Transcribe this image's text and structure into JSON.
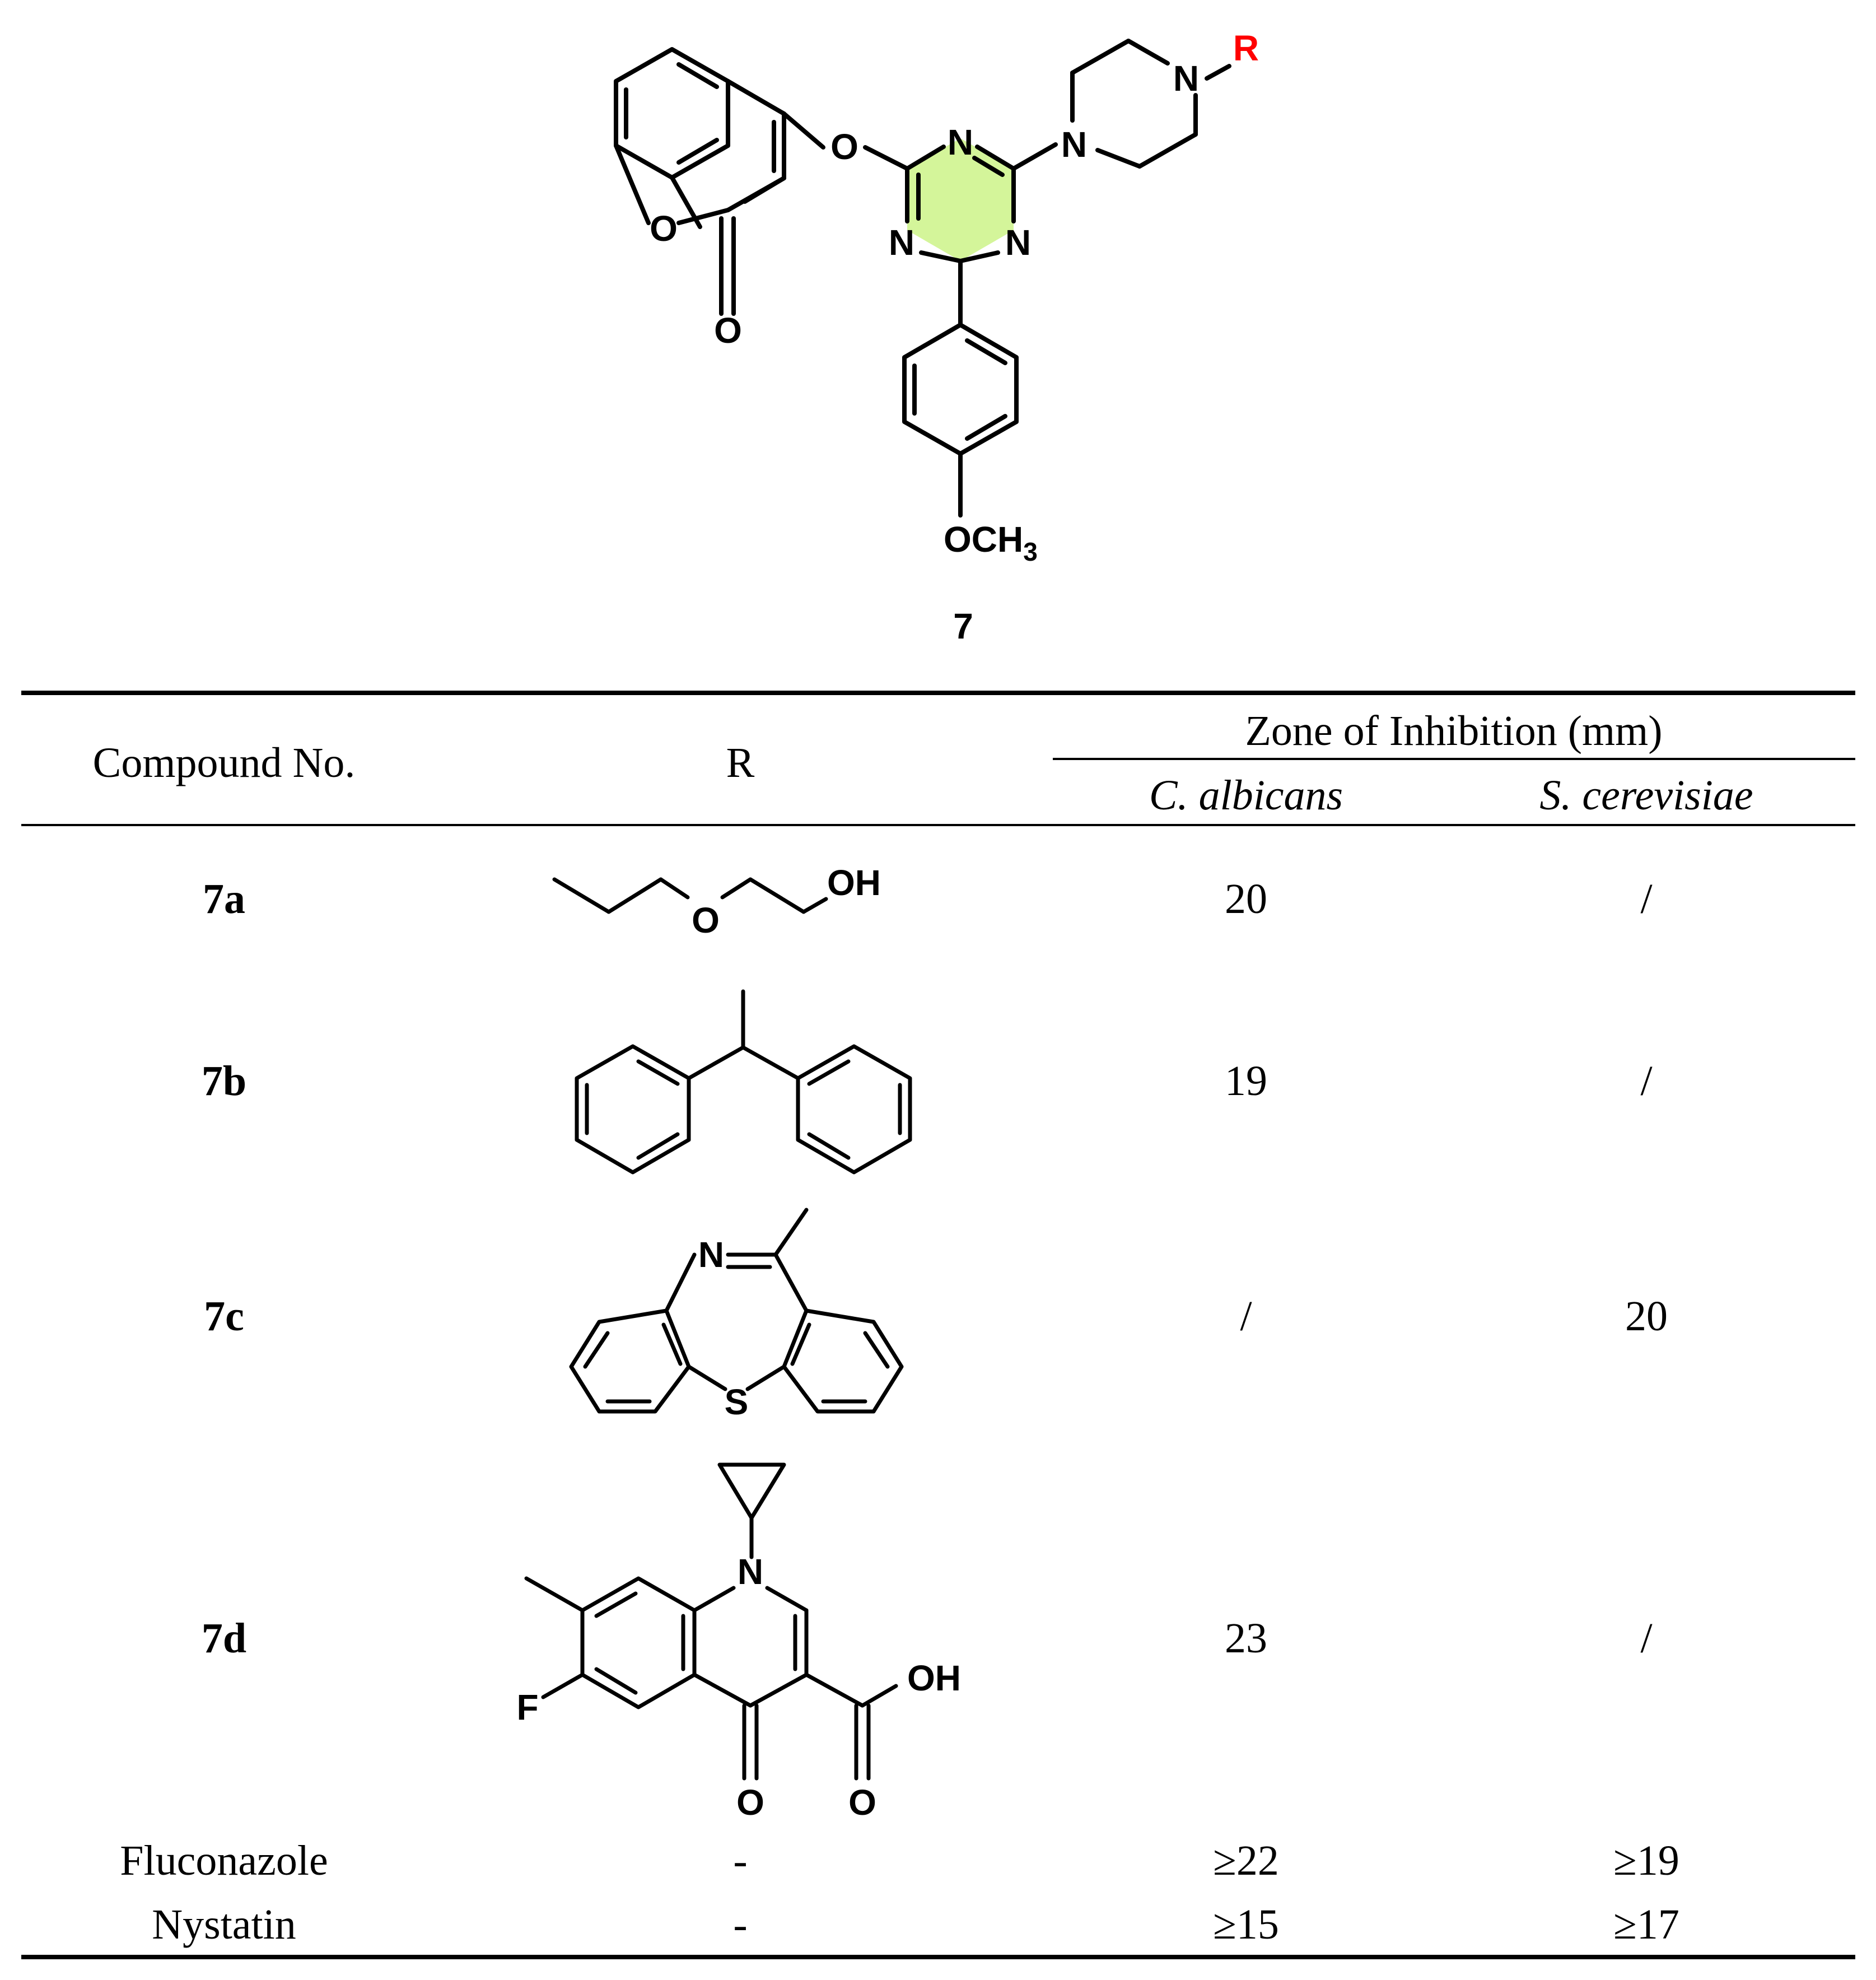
{
  "scaffold": {
    "compound_label": "7",
    "substituent_label": "R",
    "methoxy_label": "OCH",
    "methoxy_sub": "3",
    "atoms": {
      "O": "O",
      "N": "N"
    }
  },
  "table": {
    "col_compound": "Compound No.",
    "col_r": "R",
    "group_header": "Zone of Inhibition (mm)",
    "sub_header_1": "C. albicans",
    "sub_header_2": "S. cerevisiae",
    "rows": [
      {
        "compound": "7a",
        "c_albicans": "20",
        "s_cerevisiae": "/",
        "labels": [
          "O",
          "OH"
        ]
      },
      {
        "compound": "7b",
        "c_albicans": "19",
        "s_cerevisiae": "/",
        "labels": []
      },
      {
        "compound": "7c",
        "c_albicans": "/",
        "s_cerevisiae": "20",
        "labels": [
          "N",
          "S"
        ]
      },
      {
        "compound": "7d",
        "c_albicans": "23",
        "s_cerevisiae": "/",
        "labels": [
          "N",
          "F",
          "OH",
          "O",
          "O"
        ]
      }
    ],
    "references": [
      {
        "name": "Fluconazole",
        "r": "-",
        "c_albicans": "≥22",
        "s_cerevisiae": "≥19"
      },
      {
        "name": "Nystatin",
        "r": "-",
        "c_albicans": "≥15",
        "s_cerevisiae": "≥17"
      }
    ]
  },
  "colors": {
    "highlight": "#d4f59a",
    "substituent": "#ff0000",
    "ink": "#000000"
  }
}
